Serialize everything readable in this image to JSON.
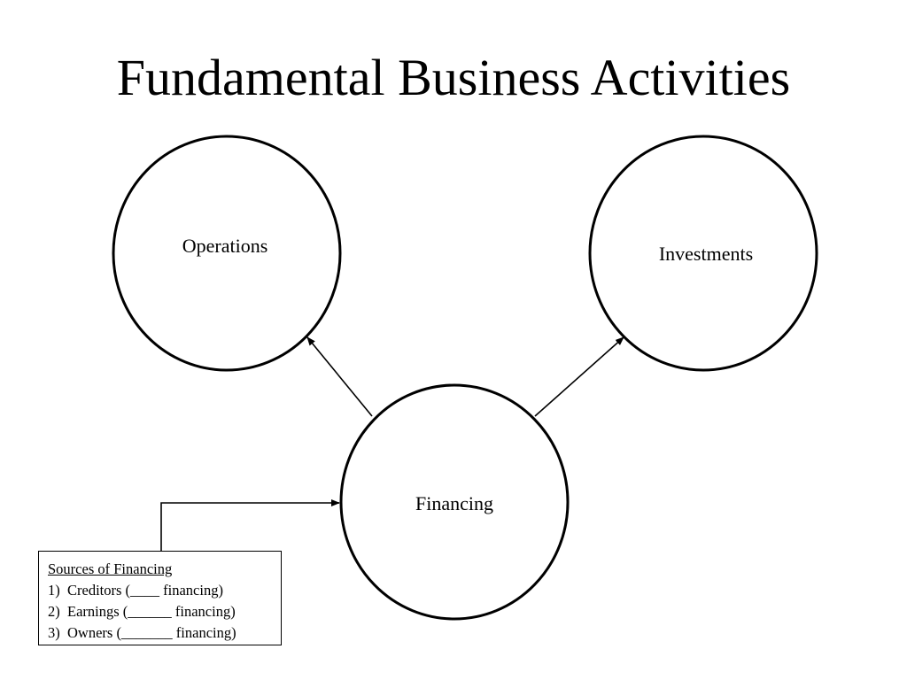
{
  "slide": {
    "title": "Fundamental Business Activities"
  },
  "diagram": {
    "nodes": {
      "operations": "Operations",
      "investments": "Investments",
      "financing": "Financing"
    },
    "edges": [
      {
        "from": "financing",
        "to": "operations"
      },
      {
        "from": "financing",
        "to": "investments"
      },
      {
        "from": "sources_box",
        "to": "financing"
      }
    ]
  },
  "sources_box": {
    "heading": "Sources of Financing",
    "items": [
      "1)  Creditors (____ financing)",
      "2)  Earnings (______ financing)",
      "3)  Owners (_______ financing)"
    ]
  },
  "colors": {
    "stroke": "#000000",
    "background": "#ffffff"
  }
}
